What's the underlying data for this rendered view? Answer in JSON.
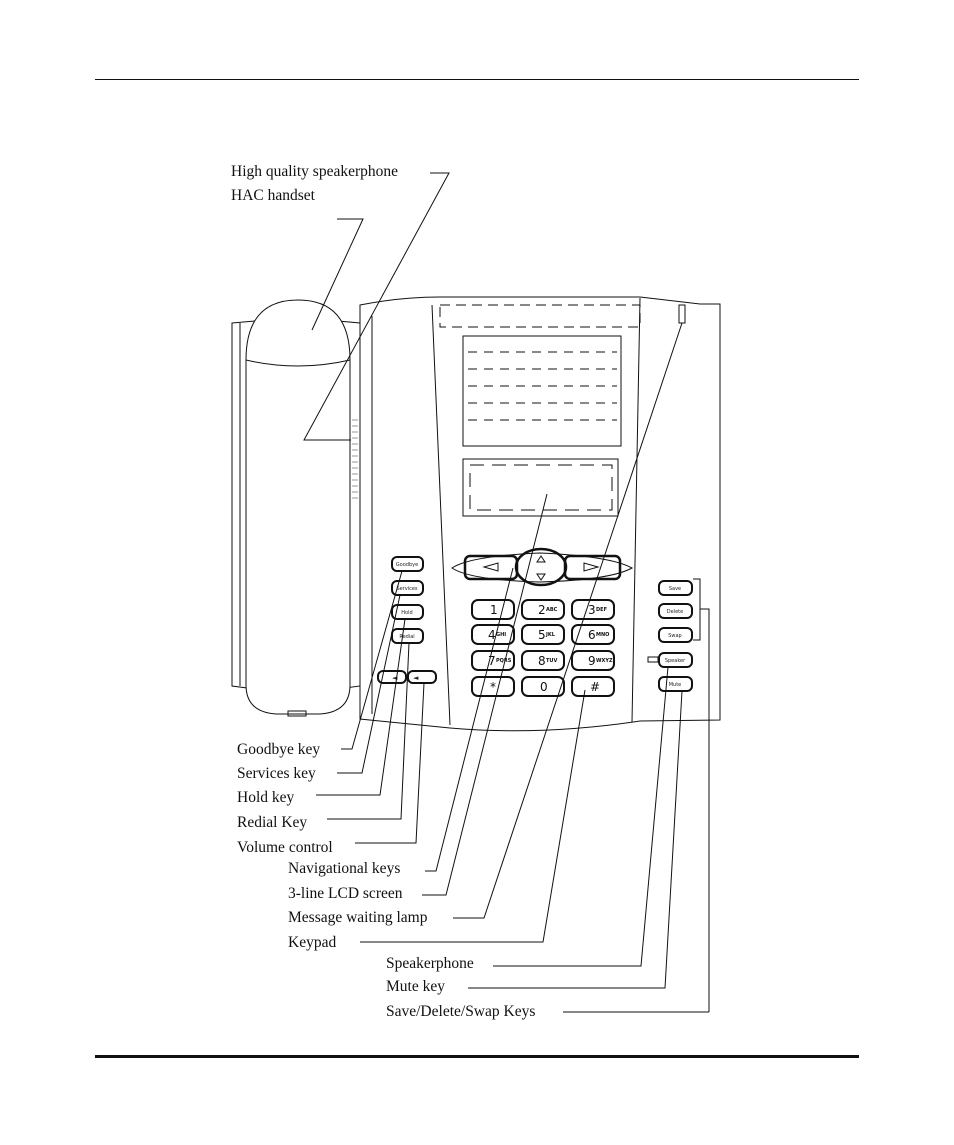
{
  "labels": {
    "speakerphone_hq": "High quality speakerphone",
    "hac_handset": "HAC handset",
    "goodbye_key": "Goodbye key",
    "services_key": "Services key",
    "hold_key": "Hold key",
    "redial_key": "Redial Key",
    "volume_control": "Volume control",
    "navigational_keys": "Navigational keys",
    "lcd_screen": "3-line LCD screen",
    "message_lamp": "Message waiting lamp",
    "keypad": "Keypad",
    "speakerphone": "Speakerphone",
    "mute_key": "Mute key",
    "save_delete_swap": "Save/Delete/Swap Keys"
  },
  "phone_keys": {
    "goodbye": "Goodbye",
    "services": "Services",
    "hold": "Hold",
    "redial": "Redial",
    "save": "Save",
    "delete": "Delete",
    "swap": "Swap",
    "speaker": "Speaker",
    "mute": "Mute"
  },
  "keypad": [
    {
      "digit": "1",
      "letters": ""
    },
    {
      "digit": "2",
      "letters": "ABC"
    },
    {
      "digit": "3",
      "letters": "DEF"
    },
    {
      "digit": "4",
      "letters": "GHI"
    },
    {
      "digit": "5",
      "letters": "JKL"
    },
    {
      "digit": "6",
      "letters": "MNO"
    },
    {
      "digit": "7",
      "letters": "PQRS"
    },
    {
      "digit": "8",
      "letters": "TUV"
    },
    {
      "digit": "9",
      "letters": "WXYZ"
    },
    {
      "digit": "*",
      "letters": ""
    },
    {
      "digit": "0",
      "letters": ""
    },
    {
      "digit": "#",
      "letters": ""
    }
  ]
}
